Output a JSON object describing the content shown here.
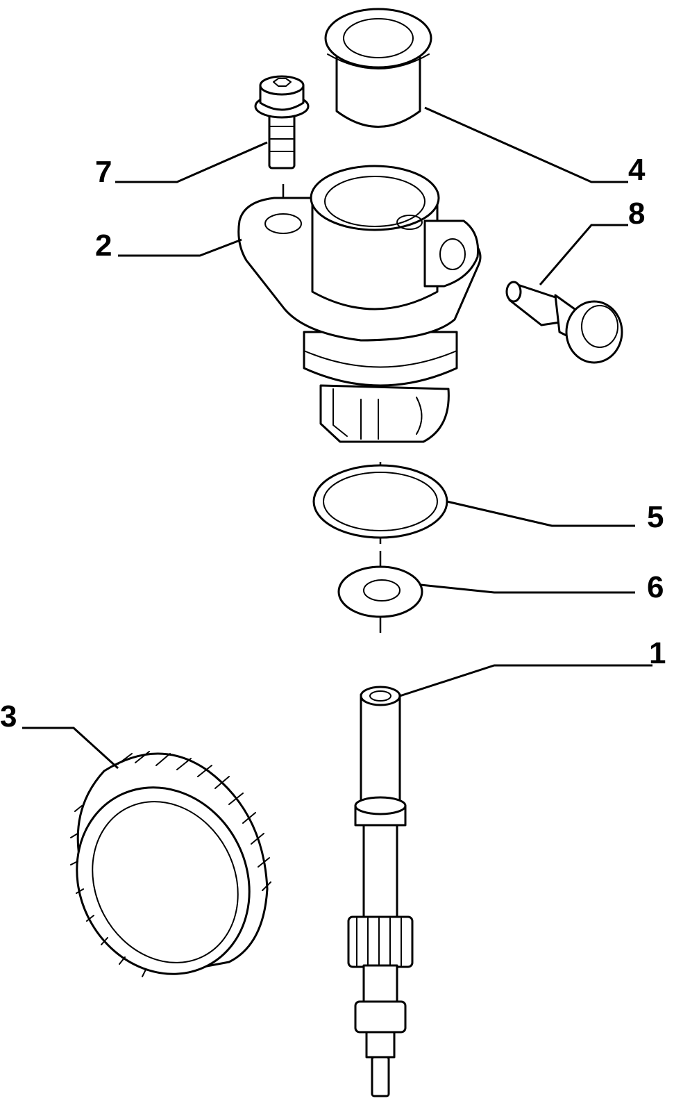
{
  "callouts": {
    "part_1": "1",
    "part_2": "2",
    "part_3": "3",
    "part_4": "4",
    "part_5": "5",
    "part_6": "6",
    "part_7": "7",
    "part_8": "8"
  },
  "colors": {
    "line": "#000000",
    "background": "#ffffff"
  }
}
